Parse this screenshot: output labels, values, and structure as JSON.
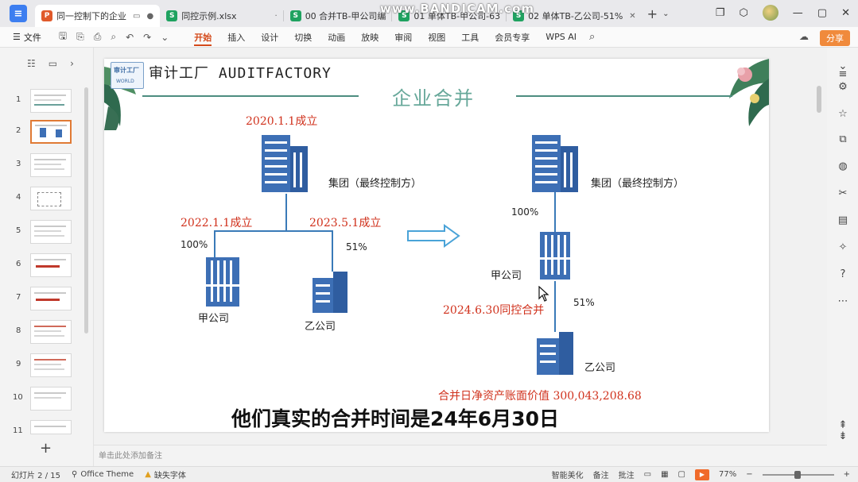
{
  "tabbar": {
    "app_icon": "wps-home-icon",
    "tabs": [
      {
        "label": "同一控制下的企业",
        "type": "P",
        "active": true
      },
      {
        "label": "同控示例.xlsx",
        "type": "S",
        "active": false
      },
      {
        "label": "00 合并TB-甲公司编",
        "type": "S",
        "active": false
      },
      {
        "label": "01 单体TB-甲公司-63",
        "type": "S",
        "active": false
      },
      {
        "label": "02 单体TB-乙公司-51%",
        "type": "S",
        "active": false
      }
    ],
    "watermark": "www.BANDICAM.com"
  },
  "ribbon": {
    "file_label": "文件",
    "tabs": [
      "开始",
      "插入",
      "设计",
      "切换",
      "动画",
      "放映",
      "审阅",
      "视图",
      "工具",
      "会员专享",
      "WPS AI"
    ],
    "active_tab": "开始",
    "share_label": "分享"
  },
  "left_panel": {
    "slide_numbers": [
      "1",
      "2",
      "3",
      "4",
      "5",
      "6",
      "7",
      "8",
      "9",
      "10",
      "11"
    ],
    "active_slide": 2,
    "add_label": "+"
  },
  "slide": {
    "logo_text": "审计工厂",
    "logo_sub": "WORLD",
    "header_title": "审计工厂 AUDITFACTORY",
    "main_title": "企业合并",
    "left": {
      "group_date": "2020.1.1成立",
      "group_label": "集团（最终控制方）",
      "jia_date": "2022.1.1成立",
      "yi_date": "2023.5.1成立",
      "jia_pct": "100%",
      "yi_pct": "51%",
      "jia_label": "甲公司",
      "yi_label": "乙公司"
    },
    "right": {
      "group_label": "集团（最终控制方）",
      "group_pct": "100%",
      "jia_label": "甲公司",
      "merge_date": "2024.6.30同控合并",
      "yi_pct": "51%",
      "yi_label": "乙公司",
      "net_asset": "合并日净资产账面价值 300,043,208.68"
    },
    "subtitle": "他们真实的合并时间是24年6月30日"
  },
  "notes": {
    "placeholder": "单击此处添加备注"
  },
  "statusbar": {
    "slide_count": "幻灯片 2 / 15",
    "theme": "Office Theme",
    "missing_font": "缺失字体",
    "smart": "智能美化",
    "notes": "备注",
    "comment": "批注",
    "zoom": "77%"
  },
  "colors": {
    "accent": "#d44a1a",
    "building": "#3d6fb5",
    "connector": "#3a7ab8",
    "title_green": "#67a89a",
    "red_text": "#d0311c"
  }
}
